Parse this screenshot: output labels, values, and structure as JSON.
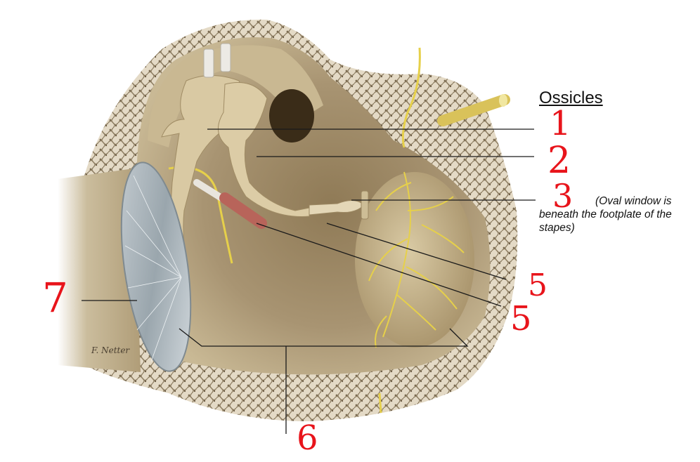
{
  "title": "Ossicles",
  "note": {
    "line1": "(Oval window is",
    "line2": "beneath the footplate of the",
    "line3": "stapes)"
  },
  "handwritten_labels": [
    "1",
    "2",
    "3",
    "5",
    "5",
    "6",
    "7"
  ],
  "artist_signature": "F. Netter",
  "colors": {
    "bone": "#d8cbb0",
    "cavity": "#a8946e",
    "ossicle": "#d9c9a3",
    "nerve": "#e6d04a",
    "handwriting": "#e8141b",
    "leader_line": "#1a1a1a"
  }
}
